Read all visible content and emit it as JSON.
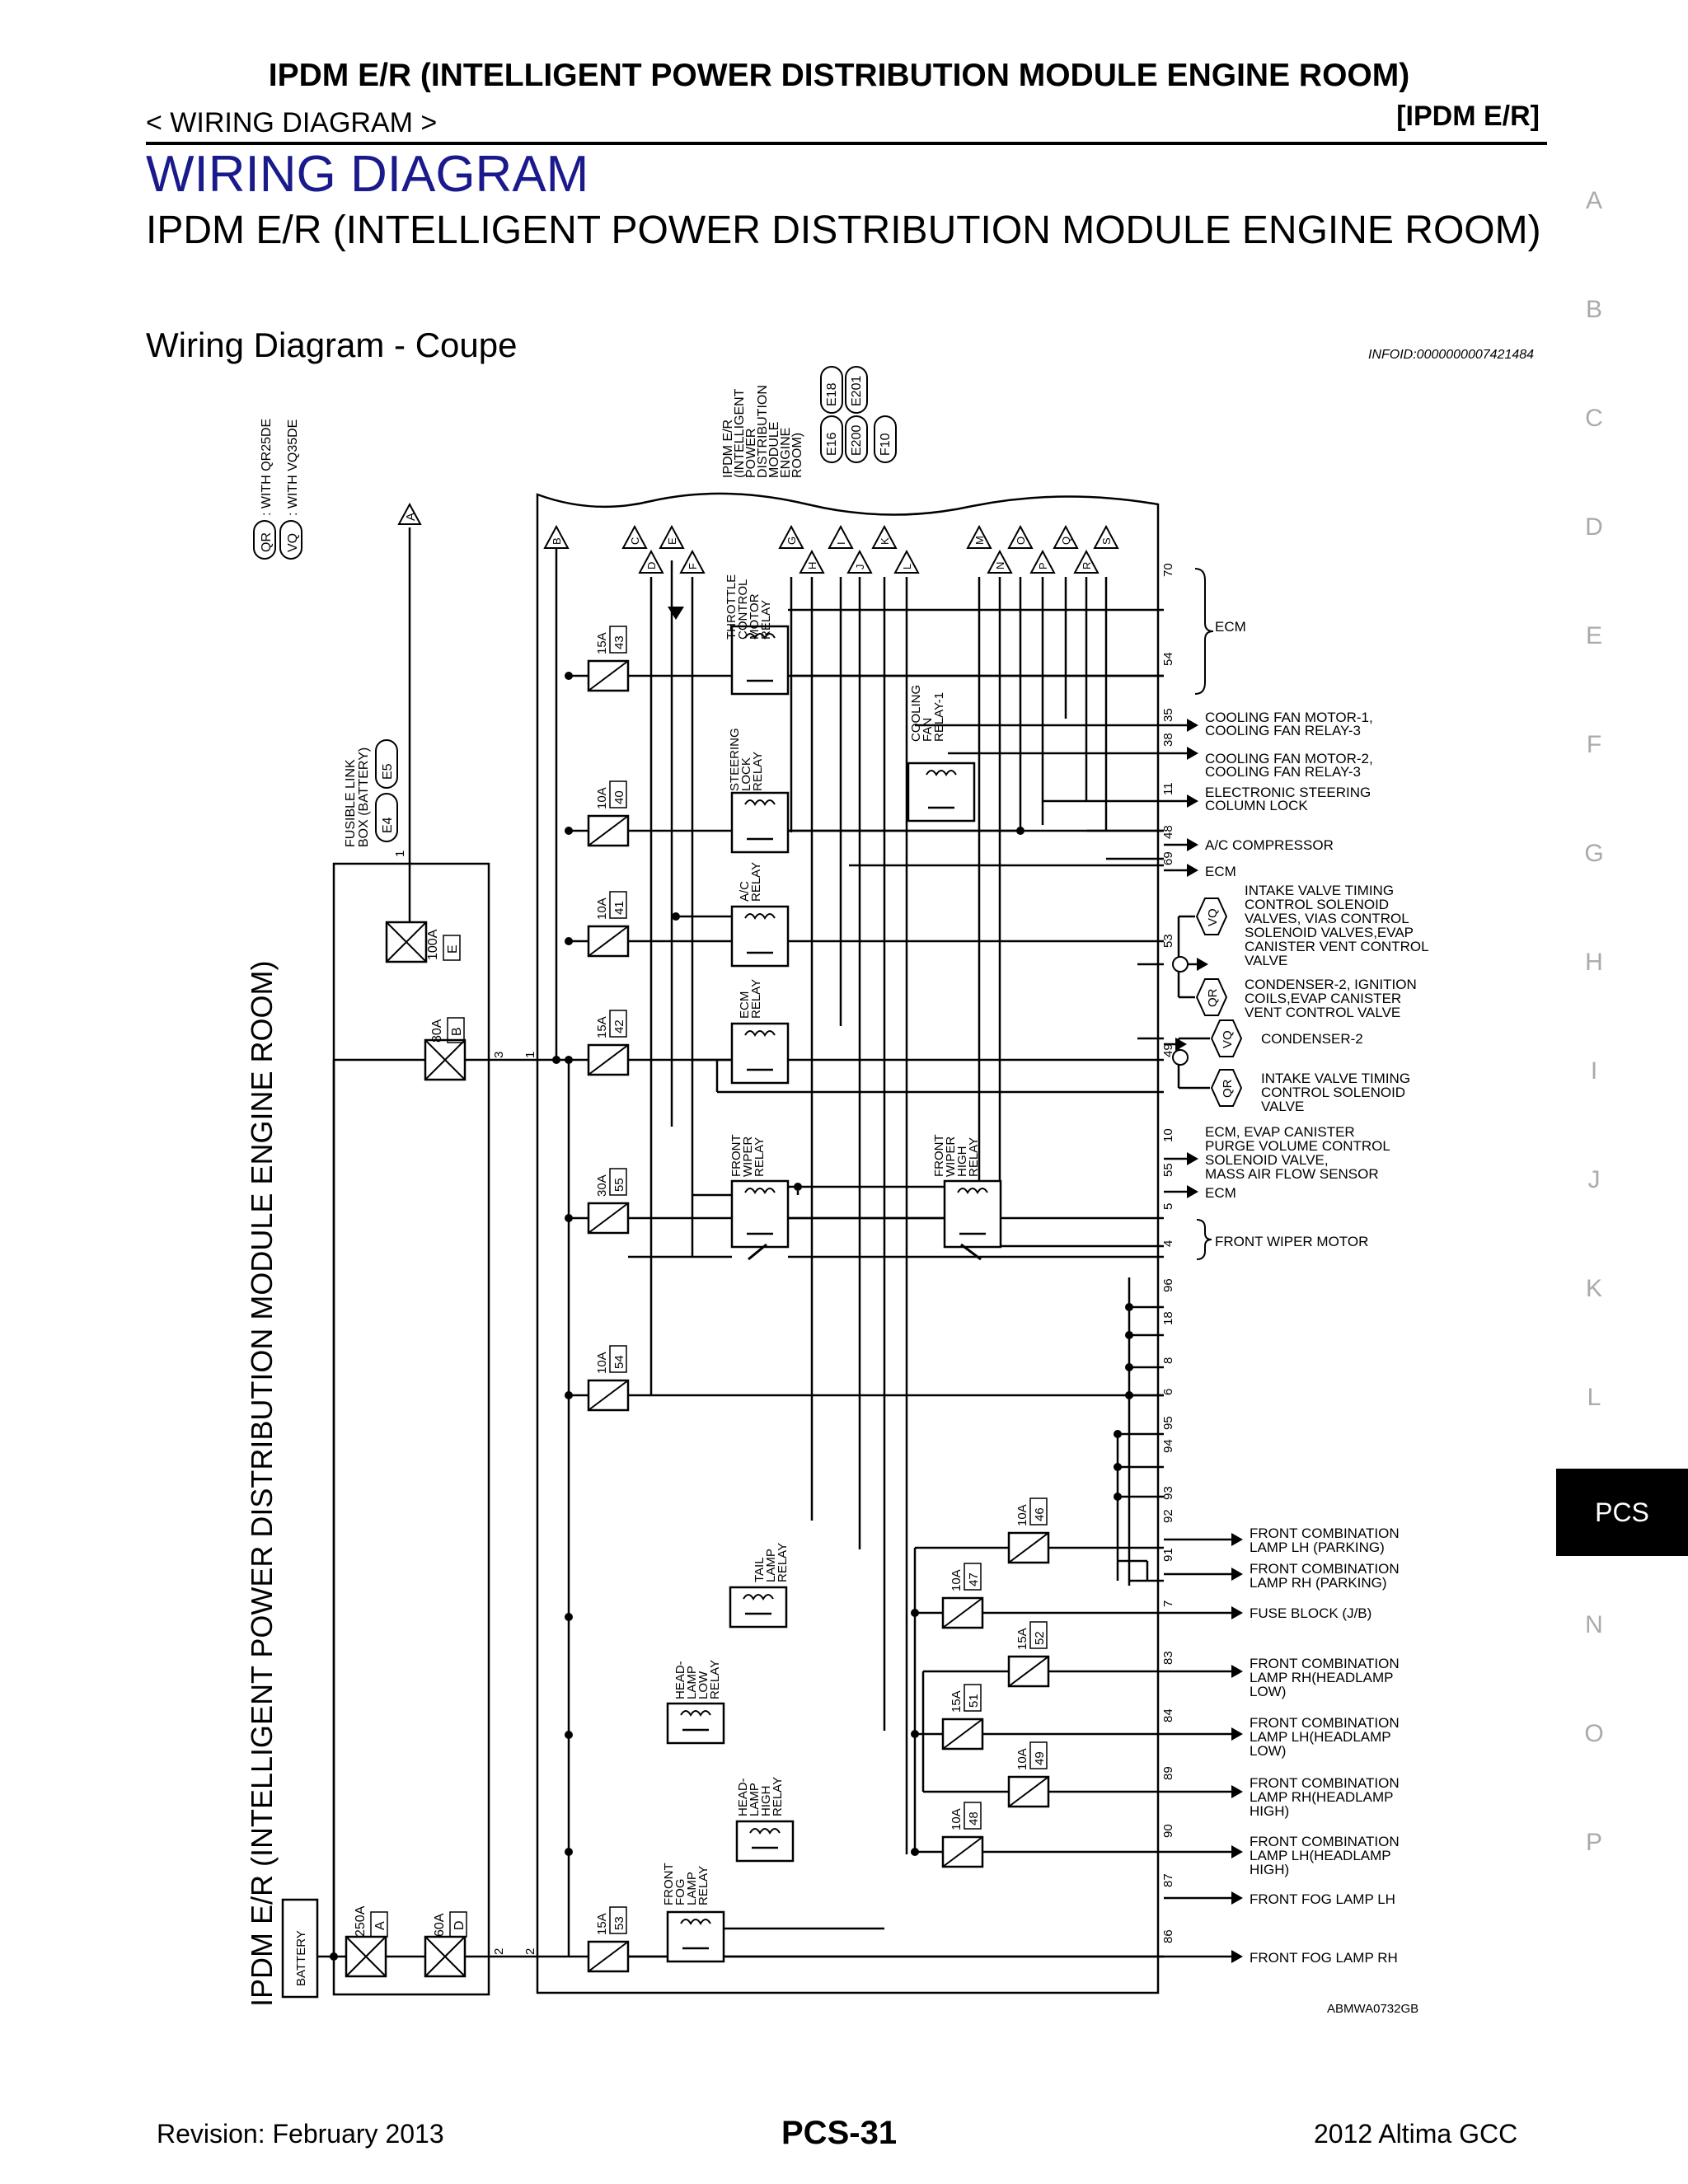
{
  "header": {
    "title": "IPDM E/R (INTELLIGENT POWER DISTRIBUTION MODULE ENGINE ROOM)",
    "breadcrumb": "< WIRING DIAGRAM >",
    "tag": "[IPDM E/R]"
  },
  "section_title": "WIRING DIAGRAM",
  "page_heading": "IPDM E/R (INTELLIGENT POWER DISTRIBUTION MODULE ENGINE ROOM)",
  "sub_heading": "Wiring Diagram - Coupe",
  "info_id": "INFOID:0000000007421484",
  "side_index": [
    "A",
    "B",
    "C",
    "D",
    "E",
    "F",
    "G",
    "H",
    "I",
    "J",
    "K",
    "L",
    "PCS",
    "N",
    "O",
    "P"
  ],
  "active_index": "PCS",
  "diagram": {
    "module_label": "IPDM E/R (INTELLIGENT POWER DISTRIBUTION MODULE ENGINE ROOM)",
    "legend": [
      {
        "code": "QR",
        "text": ": WITH QR25DE"
      },
      {
        "code": "VQ",
        "text": ": WITH VQ35DE"
      }
    ],
    "module_connector_label": [
      "IPDM E/R",
      "(INTELLIGENT",
      "POWER",
      "DISTRIBUTION",
      "MODULE",
      "ENGINE",
      "ROOM)"
    ],
    "module_connectors": [
      "E16",
      "E18",
      "E200",
      "E201",
      "F10"
    ],
    "fusible_link_label": [
      "FUSIBLE LINK",
      "BOX (BATTERY)"
    ],
    "fusible_link_connectors": [
      "E4",
      "E5"
    ],
    "battery_label": "BATTERY",
    "fusible_links": [
      {
        "amp": "100A",
        "id": "E"
      },
      {
        "amp": "80A",
        "id": "B"
      },
      {
        "amp": "250A",
        "id": "A"
      },
      {
        "amp": "60A",
        "id": "D"
      }
    ],
    "fuses": [
      {
        "amp": "15A",
        "id": "43"
      },
      {
        "amp": "10A",
        "id": "40"
      },
      {
        "amp": "10A",
        "id": "41"
      },
      {
        "amp": "15A",
        "id": "42"
      },
      {
        "amp": "30A",
        "id": "55"
      },
      {
        "amp": "10A",
        "id": "54"
      },
      {
        "amp": "10A",
        "id": "46"
      },
      {
        "amp": "10A",
        "id": "47"
      },
      {
        "amp": "15A",
        "id": "52"
      },
      {
        "amp": "15A",
        "id": "51"
      },
      {
        "amp": "10A",
        "id": "49"
      },
      {
        "amp": "10A",
        "id": "48"
      },
      {
        "amp": "15A",
        "id": "53"
      }
    ],
    "relays": [
      {
        "id": "throttle",
        "label": [
          "THROTTLE",
          "CONTROL",
          "MOTOR",
          "RELAY"
        ]
      },
      {
        "id": "steering",
        "label": [
          "STEERING",
          "LOCK",
          "RELAY"
        ]
      },
      {
        "id": "ac",
        "label": [
          "A/C",
          "RELAY"
        ]
      },
      {
        "id": "ecm",
        "label": [
          "ECM",
          "RELAY"
        ]
      },
      {
        "id": "cooling",
        "label": [
          "COOLING",
          "FAN",
          "RELAY-1"
        ]
      },
      {
        "id": "wiper",
        "label": [
          "FRONT",
          "WIPER",
          "RELAY"
        ]
      },
      {
        "id": "wiperhigh",
        "label": [
          "FRONT",
          "WIPER",
          "HIGH",
          "RELAY"
        ]
      },
      {
        "id": "tail",
        "label": [
          "TAIL",
          "LAMP",
          "RELAY"
        ]
      },
      {
        "id": "hlow",
        "label": [
          "HEAD-",
          "LAMP",
          "LOW",
          "RELAY"
        ]
      },
      {
        "id": "hhigh",
        "label": [
          "HEAD-",
          "LAMP",
          "HIGH",
          "RELAY"
        ]
      },
      {
        "id": "fog",
        "label": [
          "FRONT",
          "FOG",
          "LAMP",
          "RELAY"
        ]
      }
    ],
    "connector_pages": [
      "A",
      "B",
      "C",
      "D",
      "E",
      "F",
      "G",
      "H",
      "I",
      "J",
      "K",
      "L",
      "M",
      "N",
      "O",
      "P",
      "Q",
      "R",
      "S"
    ],
    "terminals_left": [
      "1",
      "3",
      "1",
      "2",
      "2"
    ],
    "terminals": [
      "70",
      "54",
      "35",
      "38",
      "11",
      "48",
      "69",
      "53",
      "49",
      "10",
      "55",
      "5",
      "4",
      "96",
      "18",
      "8",
      "6",
      "95",
      "94",
      "93",
      "92",
      "91",
      "7",
      "83",
      "84",
      "89",
      "90",
      "87",
      "86"
    ],
    "outputs": {
      "ecm_group": "ECM",
      "fan1": [
        "COOLING FAN MOTOR-1,",
        "COOLING FAN RELAY-3"
      ],
      "fan2": [
        "COOLING FAN MOTOR-2,",
        "COOLING FAN RELAY-3"
      ],
      "steering": [
        "ELECTRONIC STEERING",
        "COLUMN LOCK"
      ],
      "ac": "A/C COMPRESSOR",
      "ecm69": "ECM",
      "vq53": [
        "INTAKE VALVE TIMING",
        "CONTROL SOLENOID",
        "VALVES, VIAS CONTROL",
        "SOLENOID VALVES,EVAP",
        "CANISTER VENT CONTROL",
        "VALVE"
      ],
      "qr53": [
        "CONDENSER-2, IGNITION",
        "COILS,EVAP CANISTER",
        "VENT CONTROL VALVE"
      ],
      "vq49": "CONDENSER-2",
      "qr49": [
        "INTAKE VALVE TIMING",
        "CONTROL SOLENOID",
        "VALVE"
      ],
      "t10": [
        "ECM, EVAP CANISTER",
        "PURGE VOLUME CONTROL",
        "SOLENOID VALVE,",
        "MASS AIR FLOW SENSOR"
      ],
      "t55": "ECM",
      "wiper": "FRONT WIPER MOTOR",
      "t92": [
        "FRONT COMBINATION",
        "LAMP LH (PARKING)"
      ],
      "t91": [
        "FRONT COMBINATION",
        "LAMP RH (PARKING)"
      ],
      "t7": "FUSE BLOCK (J/B)",
      "t83": [
        "FRONT COMBINATION",
        "LAMP RH(HEADLAMP",
        "LOW)"
      ],
      "t84": [
        "FRONT COMBINATION",
        "LAMP LH(HEADLAMP",
        "LOW)"
      ],
      "t89": [
        "FRONT COMBINATION",
        "LAMP RH(HEADLAMP",
        "HIGH)"
      ],
      "t90": [
        "FRONT COMBINATION",
        "LAMP LH(HEADLAMP",
        "HIGH)"
      ],
      "t87": "FRONT FOG LAMP LH",
      "t86": "FRONT FOG LAMP RH"
    },
    "variant_tags": [
      "VQ",
      "QR",
      "VQ",
      "QR"
    ],
    "figure_code": "ABMWA0732GB"
  },
  "footer": {
    "revision": "Revision: February 2013",
    "page": "PCS-31",
    "model": "2012 Altima GCC"
  }
}
